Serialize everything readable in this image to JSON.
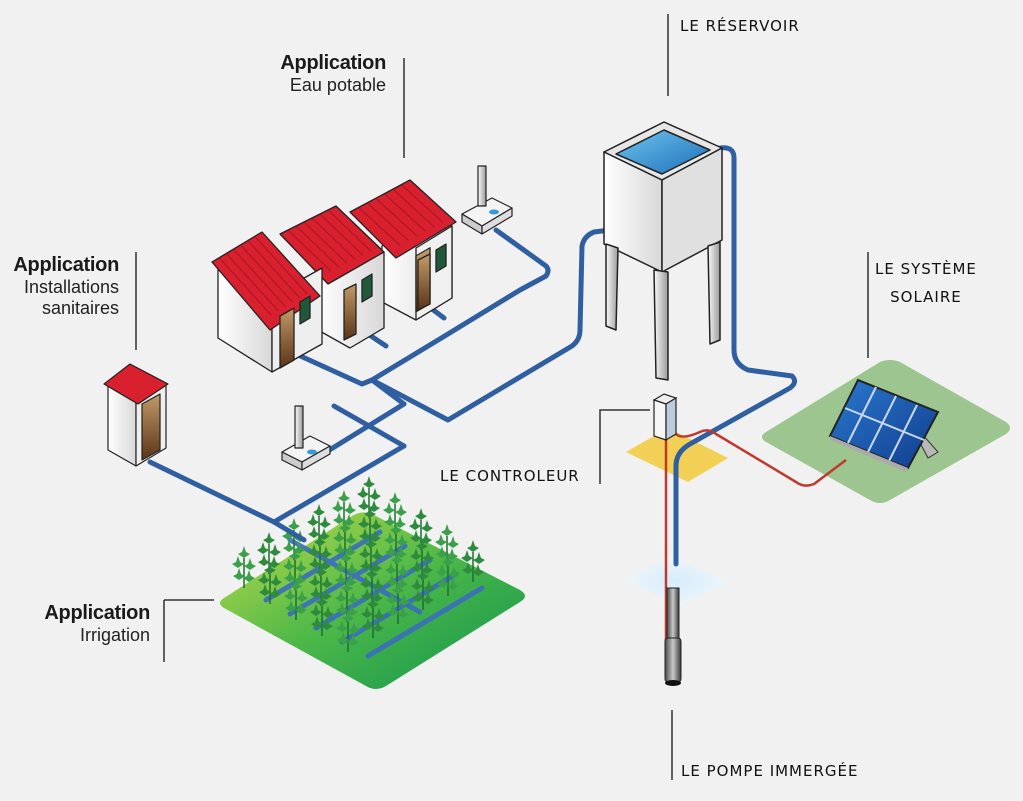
{
  "labels": {
    "eau_potable": {
      "title": "Application",
      "subtitle": "Eau potable"
    },
    "sanitaires": {
      "title": "Application",
      "subtitle_line1": "Installations",
      "subtitle_line2": "sanitaires"
    },
    "irrigation": {
      "title": "Application",
      "subtitle": "Irrigation"
    },
    "reservoir": "LE RÉSERVOIR",
    "solaire": {
      "line1": "LE SYSTÈME",
      "line2": "SOLAIRE"
    },
    "controleur": "LE CONTROLEUR",
    "pompe": "LE POMPE IMMERGÉE"
  },
  "colors": {
    "background": "#f1f1f1",
    "water_pipe": "#2f5fa0",
    "power_cable": "#c0392b",
    "roof": "#d8202e",
    "solar_ground": "#9cc590",
    "controller_ground": "#f2cf55",
    "field_light": "#b7d84a",
    "field_dark": "#1a9a4a",
    "water": "#3a9ad9"
  }
}
